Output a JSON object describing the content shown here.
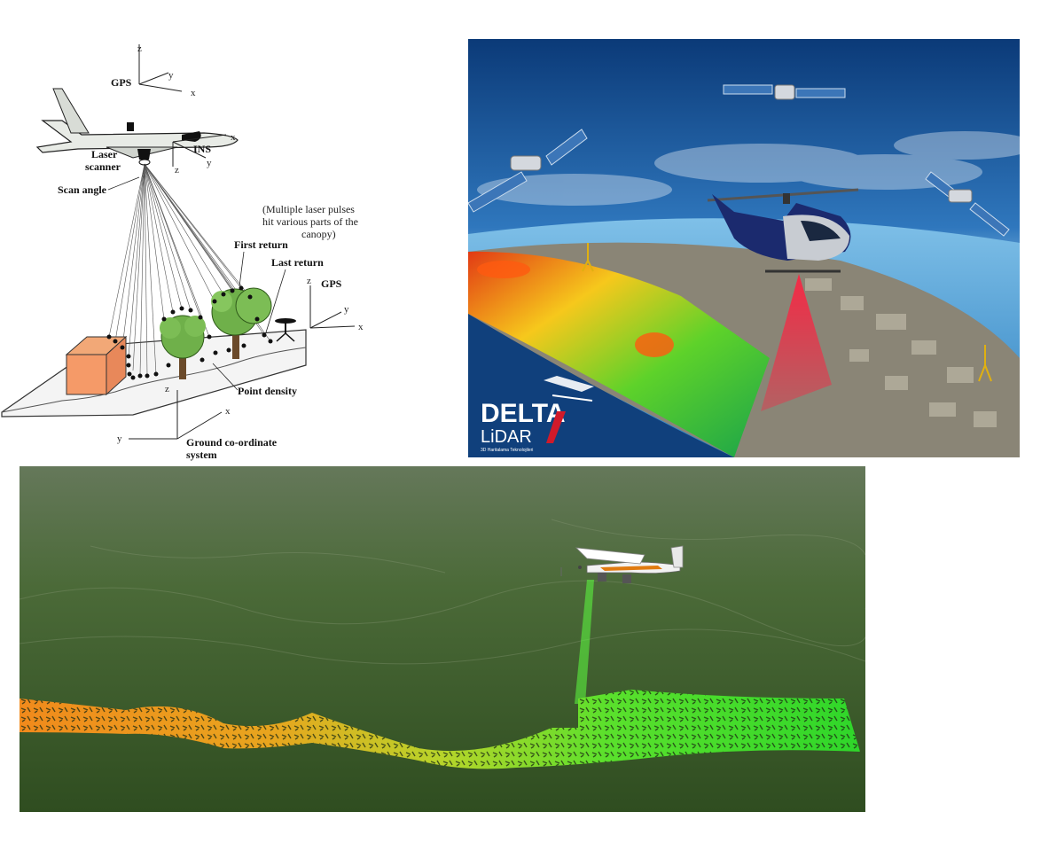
{
  "diagram": {
    "gps_top": "GPS",
    "gps_right": "GPS",
    "ins": "INS",
    "laser_scanner_1": "Laser",
    "laser_scanner_2": "scanner",
    "scan_angle": "Scan angle",
    "pulses_1": "(Multiple laser pulses",
    "pulses_2": "hit various parts of the",
    "pulses_3": "canopy)",
    "first_return": "First return",
    "last_return": "Last return",
    "point_density": "Point density",
    "ground_1": "Ground co-ordinate",
    "ground_2": "system",
    "axes": {
      "x": "x",
      "y": "y",
      "z": "z"
    }
  },
  "helicopter_panel": {
    "logo_main": "DELTA",
    "logo_sub": "LiDAR",
    "logo_tagline": "3D Haritalama Teknolojileri"
  },
  "colors": {
    "sky_top": "#0d3c78",
    "sea": "#2f86c8",
    "forest": "#4a6b34",
    "swath_orange": "#f08a1c",
    "swath_green": "#36e02a"
  }
}
